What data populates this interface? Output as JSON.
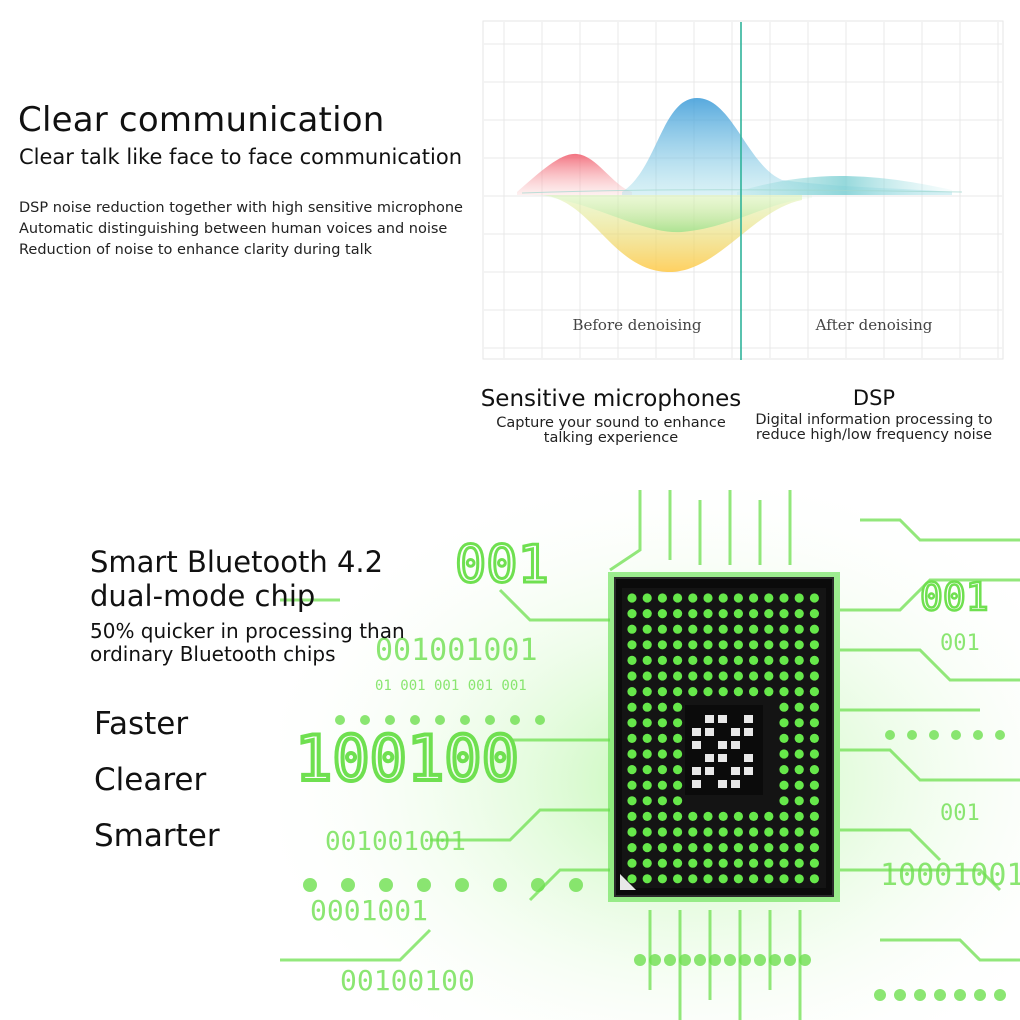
{
  "section_communication": {
    "title": "Clear communication",
    "subtitle": "Clear talk like face to face communication",
    "description_lines": [
      "DSP noise reduction together with high sensitive microphone",
      "Automatic distinguishing between human voices and noise",
      "Reduction of noise to enhance clarity during talk"
    ],
    "graph": {
      "label_before": "Before denoising",
      "label_after": "After denoising"
    },
    "features": [
      {
        "title": "Sensitive microphones",
        "desc": "Capture your sound to enhance talking experience"
      },
      {
        "title": "DSP",
        "desc": "Digital information processing to reduce high/low frequency noise"
      }
    ]
  },
  "section_chip": {
    "title_line1": "Smart Bluetooth 4.2",
    "title_line2": "dual-mode chip",
    "subtitle_line1": "50% quicker in processing than",
    "subtitle_line2": "ordinary Bluetooth chips",
    "bullets": [
      "Faster",
      "Clearer",
      "Smarter"
    ],
    "art_text": {
      "t1": "001",
      "t2": "001001001",
      "t3": "01 001 001 001 001",
      "t4": "100100",
      "t5": "001001001",
      "t6": "0001001",
      "t7": "00100100",
      "t8": "10001001",
      "t9": "001",
      "t10": "001",
      "t11": "001"
    },
    "colors": {
      "accent_green": "#5fe04a",
      "chip_body": "#0b0b0b"
    }
  }
}
